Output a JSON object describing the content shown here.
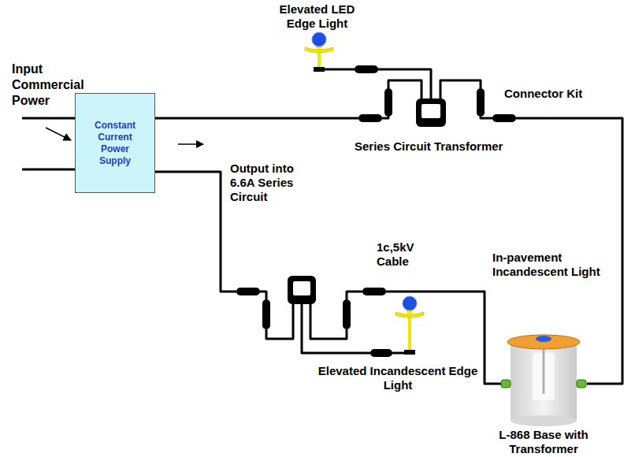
{
  "diagram": {
    "nodes": [
      {
        "text": [
          "Constant Current Power Supply"
        ]
      }
    ],
    "labels": [
      "Elevated LED Edge Light",
      "Connector Kit",
      "Input Commercial Power",
      "Series Circuit Transformer",
      "Output into 6.6A Series Circuit",
      "1c,5kV Cable",
      "In-pavement Incandescent Light",
      "Elevated Incandescent Edge Light",
      "L-868 Base with Transformer"
    ]
  }
}
